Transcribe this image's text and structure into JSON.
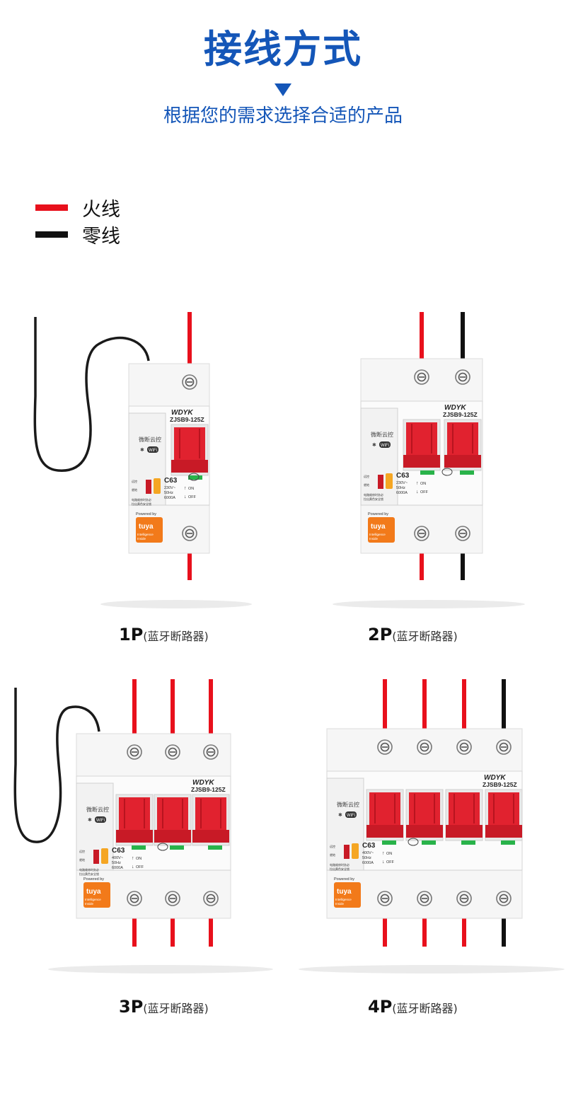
{
  "header": {
    "title": "接线方式",
    "subtitle": "根据您的需求选择合适的产品"
  },
  "legend": [
    {
      "label": "火线",
      "color": "#e8101c"
    },
    {
      "label": "零线",
      "color": "#111111"
    }
  ],
  "device_text": {
    "brand": "WDYK",
    "model": "ZJSB9-125Z",
    "product_name": "微断云控",
    "wifi": "WiFi",
    "rating": "C63",
    "spec_1p2p": [
      "230V~",
      "50Hz",
      "6000A"
    ],
    "spec_3p4p": [
      "400V~",
      "50Hz",
      "6000A"
    ],
    "on": "ON",
    "off": "OFF",
    "powered_by": "Powered by",
    "tuya": "tuya",
    "intelligence": "Intelligence",
    "inside": "Inside",
    "side_labels": [
      "远控",
      "就地"
    ],
    "warning": [
      "电路维修时务必",
      "拉出黄色安全锁"
    ]
  },
  "products": [
    {
      "name": "1P",
      "note": "(蓝牙断路器)",
      "poles": [
        "live"
      ]
    },
    {
      "name": "2P",
      "note": "(蓝牙断路器)",
      "poles": [
        "live",
        "neutral"
      ]
    },
    {
      "name": "3P",
      "note": "(蓝牙断路器)",
      "poles": [
        "live",
        "live",
        "live"
      ]
    },
    {
      "name": "4P",
      "note": "(蓝牙断路器)",
      "poles": [
        "live",
        "live",
        "live",
        "neutral"
      ]
    }
  ],
  "colors": {
    "title_blue": "#1456b8",
    "live_wire": "#e8101c",
    "neutral_wire": "#111111",
    "handle_red": "#e1222f",
    "indicator_green": "#29b34a",
    "tuya_orange": "#f27a1a",
    "lock_yellow": "#f5a623"
  }
}
